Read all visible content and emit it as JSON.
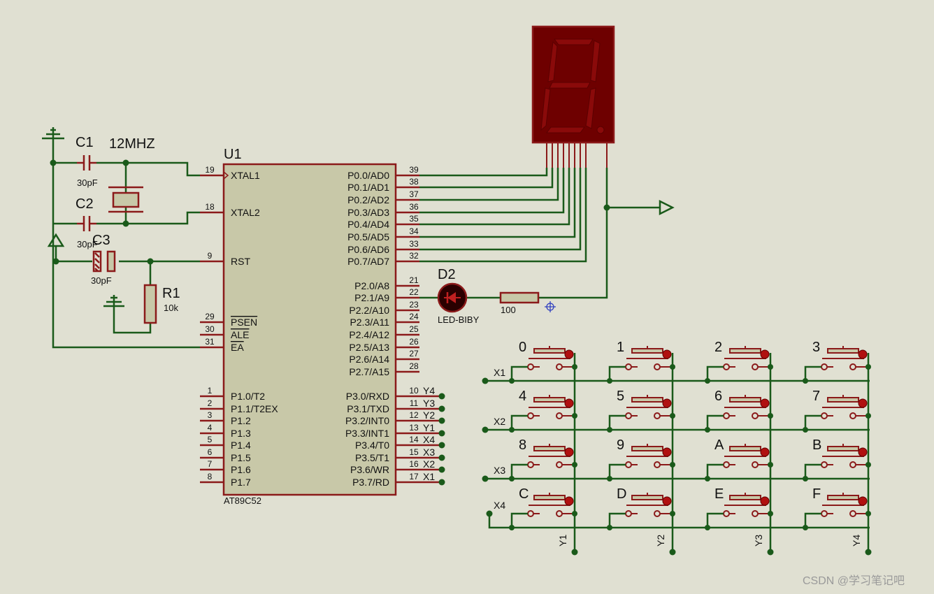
{
  "watermark": "CSDN @学习笔记吧",
  "mcu": {
    "ref": "U1",
    "part": "AT89C52",
    "left_pins": [
      {
        "num": "19",
        "name": "XTAL1"
      },
      {
        "num": "18",
        "name": "XTAL2"
      },
      {
        "num": "9",
        "name": "RST"
      },
      {
        "num": "29",
        "name": "PSEN"
      },
      {
        "num": "30",
        "name": "ALE"
      },
      {
        "num": "31",
        "name": "EA"
      },
      {
        "num": "1",
        "name": "P1.0/T2"
      },
      {
        "num": "2",
        "name": "P1.1/T2EX"
      },
      {
        "num": "3",
        "name": "P1.2"
      },
      {
        "num": "4",
        "name": "P1.3"
      },
      {
        "num": "5",
        "name": "P1.4"
      },
      {
        "num": "6",
        "name": "P1.5"
      },
      {
        "num": "7",
        "name": "P1.6"
      },
      {
        "num": "8",
        "name": "P1.7"
      }
    ],
    "right_pins": [
      {
        "num": "39",
        "name": "P0.0/AD0"
      },
      {
        "num": "38",
        "name": "P0.1/AD1"
      },
      {
        "num": "37",
        "name": "P0.2/AD2"
      },
      {
        "num": "36",
        "name": "P0.3/AD3"
      },
      {
        "num": "35",
        "name": "P0.4/AD4"
      },
      {
        "num": "34",
        "name": "P0.5/AD5"
      },
      {
        "num": "33",
        "name": "P0.6/AD6"
      },
      {
        "num": "32",
        "name": "P0.7/AD7"
      },
      {
        "num": "21",
        "name": "P2.0/A8"
      },
      {
        "num": "22",
        "name": "P2.1/A9"
      },
      {
        "num": "23",
        "name": "P2.2/A10"
      },
      {
        "num": "24",
        "name": "P2.3/A11"
      },
      {
        "num": "25",
        "name": "P2.4/A12"
      },
      {
        "num": "26",
        "name": "P2.5/A13"
      },
      {
        "num": "27",
        "name": "P2.6/A14"
      },
      {
        "num": "28",
        "name": "P2.7/A15"
      },
      {
        "num": "10",
        "name": "P3.0/RXD",
        "net": "Y4"
      },
      {
        "num": "11",
        "name": "P3.1/TXD",
        "net": "Y3"
      },
      {
        "num": "12",
        "name": "P3.2/INT0",
        "net": "Y2"
      },
      {
        "num": "13",
        "name": "P3.3/INT1",
        "net": "Y1"
      },
      {
        "num": "14",
        "name": "P3.4/T0",
        "net": "X4"
      },
      {
        "num": "15",
        "name": "P3.5/T1",
        "net": "X3"
      },
      {
        "num": "16",
        "name": "P3.6/WR",
        "net": "X2"
      },
      {
        "num": "17",
        "name": "P3.7/RD",
        "net": "X1"
      }
    ]
  },
  "components": {
    "c1": {
      "ref": "C1",
      "value": "30pF"
    },
    "c2": {
      "ref": "C2",
      "value": "30pF"
    },
    "c3": {
      "ref": "C3",
      "value": "30pF"
    },
    "crystal": {
      "value": "12MHZ"
    },
    "r1": {
      "ref": "R1",
      "value": "10k"
    },
    "d2": {
      "ref": "D2",
      "value": "LED-BIBY"
    },
    "r_led": {
      "value": "100"
    }
  },
  "keypad": {
    "keys": [
      "0",
      "1",
      "2",
      "3",
      "4",
      "5",
      "6",
      "7",
      "8",
      "9",
      "A",
      "B",
      "C",
      "D",
      "E",
      "F"
    ],
    "rows": [
      "X1",
      "X2",
      "X3",
      "X4"
    ],
    "cols": [
      "Y1",
      "Y2",
      "Y3",
      "Y4"
    ]
  },
  "colors": {
    "wire": "#1a5a1a",
    "component": "#8b1a1a",
    "chip_fill": "#c8c8a8",
    "segment_bg": "#6e0000",
    "segment_off": "#8a0a0a"
  }
}
